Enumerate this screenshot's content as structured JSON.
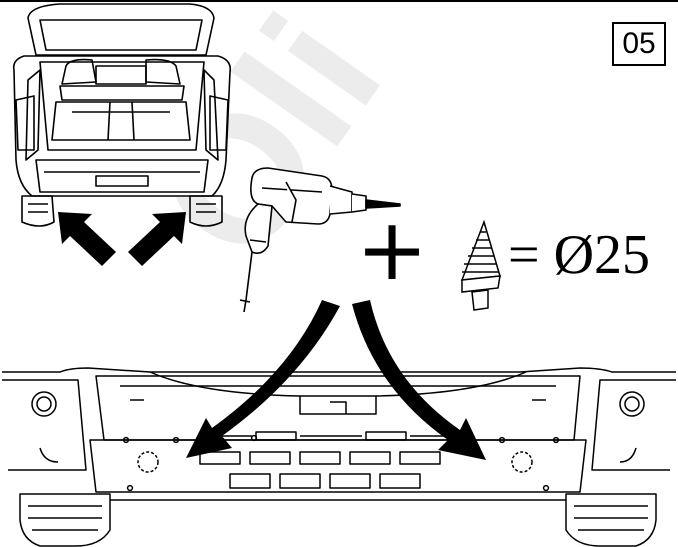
{
  "step": {
    "number": "05"
  },
  "formula": {
    "plus": "+",
    "equals": "=",
    "diameter": "Ø25"
  },
  "colors": {
    "line": "#000000",
    "watermark": "#f3f3f3",
    "background": "#ffffff"
  },
  "icons": {
    "vehicle_rear": "car-rear-open-tailgate",
    "drill": "power-drill",
    "bit": "step-drill-bit",
    "bumper": "rear-bumper-inner-structure"
  }
}
